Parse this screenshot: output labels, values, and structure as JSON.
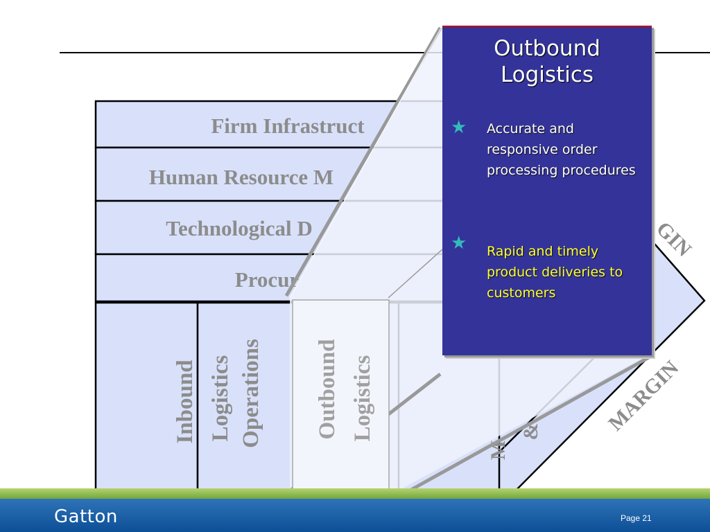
{
  "diagram": {
    "support_rows": [
      "Firm Infrastruct",
      "Human Resource M",
      "Technological D",
      "Procur"
    ],
    "primary_activities": [
      {
        "label": "Inbound"
      },
      {
        "label": "Logistics"
      },
      {
        "label": "Operations"
      },
      {
        "label": "Outbound"
      },
      {
        "label": "Logistics"
      },
      {
        "label": "M"
      },
      {
        "label": "&"
      }
    ],
    "margin_labels": [
      "GIN",
      "MARGIN"
    ]
  },
  "callout": {
    "title_line1": "Outbound",
    "title_line2": "Logistics",
    "bullets": [
      {
        "text": "Accurate and responsive order processing procedures",
        "color": "#ffffff"
      },
      {
        "text": "Rapid and timely product deliveries to customers",
        "color": "#ffff33"
      }
    ]
  },
  "footer": {
    "brand": "Gatton",
    "page": "Page 21"
  },
  "colors": {
    "box_fill": "#d9e1fa",
    "callout_bg": "#333399",
    "label_gray": "#8c8c8c",
    "footer_blue": "#1f64ac",
    "footer_green": "#8cbf4a"
  }
}
